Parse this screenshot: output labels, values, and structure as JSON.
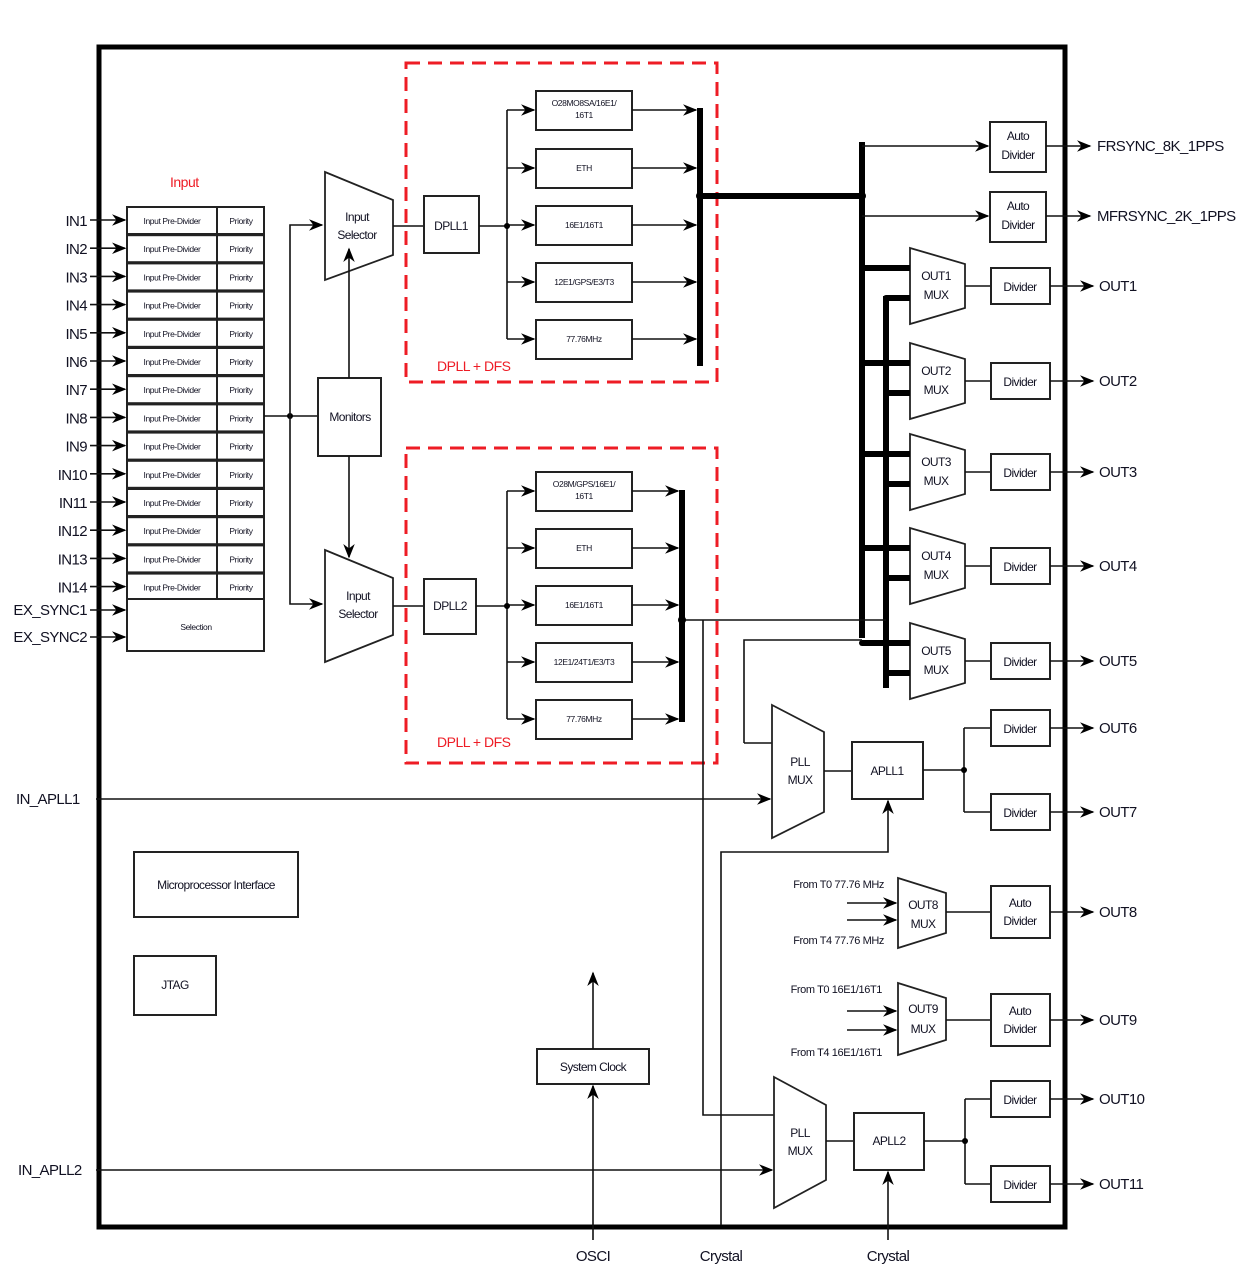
{
  "diagram": {
    "title_input": "Input",
    "inputs": [
      "IN1",
      "IN2",
      "IN3",
      "IN4",
      "IN5",
      "IN6",
      "IN7",
      "IN8",
      "IN9",
      "IN10",
      "IN11",
      "IN12",
      "IN13",
      "IN14"
    ],
    "ex_sync": [
      "EX_SYNC1",
      "EX_SYNC2"
    ],
    "pre_divider_label": "Input Pre-Divider",
    "priority_label": "Priority",
    "selection_label": "Selection",
    "input_selector": [
      "Input",
      "Selector"
    ],
    "monitors": "Monitors",
    "dpll1": "DPLL1",
    "dpll2": "DPLL2",
    "dpll_dfs_label": "DPLL + DFS",
    "dfs1": [
      [
        "O28MO8SA/16E1/",
        "16T1"
      ],
      [
        "ETH"
      ],
      [
        "16E1/16T1"
      ],
      [
        "12E1/GPS/E3/T3"
      ],
      [
        "77.76MHz"
      ]
    ],
    "dfs2": [
      [
        "O28M/GPS/16E1/",
        "16T1"
      ],
      [
        "ETH"
      ],
      [
        "16E1/16T1"
      ],
      [
        "12E1/24T1/E3/T3"
      ],
      [
        "77.76MHz"
      ]
    ],
    "auto_divider": [
      "Auto",
      "Divider"
    ],
    "divider": "Divider",
    "sync_outputs": [
      "FRSYNC_8K_1PPS",
      "MFRSYNC_2K_1PPS"
    ],
    "out_muxes": [
      [
        "OUT1",
        "MUX"
      ],
      [
        "OUT2",
        "MUX"
      ],
      [
        "OUT3",
        "MUX"
      ],
      [
        "OUT4",
        "MUX"
      ],
      [
        "OUT5",
        "MUX"
      ]
    ],
    "outputs": [
      "OUT1",
      "OUT2",
      "OUT3",
      "OUT4",
      "OUT5",
      "OUT6",
      "OUT7",
      "OUT8",
      "OUT9",
      "OUT10",
      "OUT11"
    ],
    "pll_mux": [
      "PLL",
      "MUX"
    ],
    "apll1": "APLL1",
    "apll2": "APLL2",
    "in_apll1": "IN_APLL1",
    "in_apll2": "IN_APLL2",
    "out8_mux": [
      "OUT8",
      "MUX"
    ],
    "out9_mux": [
      "OUT9",
      "MUX"
    ],
    "out8_src": [
      "From T0 77.76 MHz",
      "From T4 77.76 MHz"
    ],
    "out9_src": [
      "From T0 16E1/16T1",
      "From T4 16E1/16T1"
    ],
    "micro_if": "Microprocessor Interface",
    "jtag": "JTAG",
    "system_clock": "System Clock",
    "osci": "OSCI",
    "crystal": "Crystal",
    "accent_red": "#ee1c25"
  }
}
